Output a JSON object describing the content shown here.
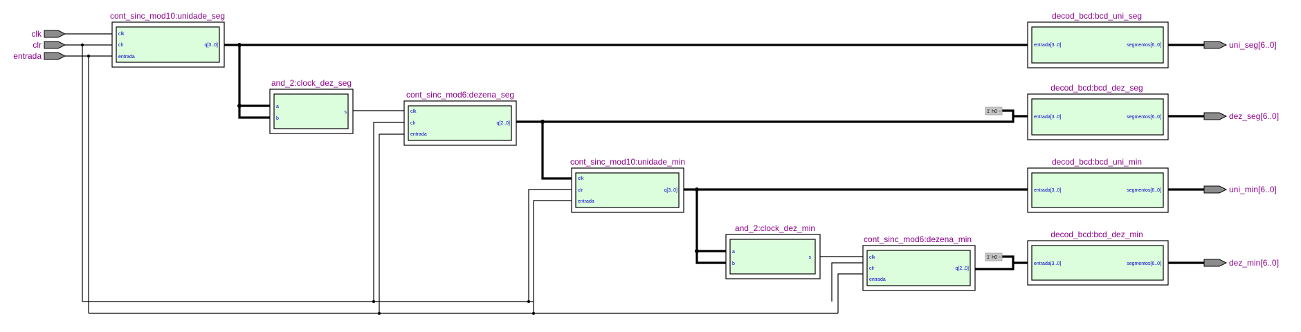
{
  "inputs": [
    "clk",
    "clr",
    "entrada"
  ],
  "outputs": [
    "uni_seg[6..0]",
    "dez_seg[6..0]",
    "uni_min[6..0]",
    "dez_min[6..0]"
  ],
  "blocks": [
    {
      "id": "unidade_seg",
      "title": "cont_sinc_mod10:unidade_seg",
      "in_ports": [
        "clk",
        "clr",
        "entrada"
      ],
      "out_port": "q[3..0]"
    },
    {
      "id": "clock_dez_seg",
      "title": "and_2:clock_dez_seg",
      "in_ports": [
        "a",
        "b"
      ],
      "out_port": "s"
    },
    {
      "id": "dezena_seg",
      "title": "cont_sinc_mod6:dezena_seg",
      "in_ports": [
        "clk",
        "clr",
        "entrada"
      ],
      "out_port": "q[2..0]"
    },
    {
      "id": "unidade_min",
      "title": "cont_sinc_mod10:unidade_min",
      "in_ports": [
        "clk",
        "clr",
        "entrada"
      ],
      "out_port": "q[3..0]"
    },
    {
      "id": "clock_dez_min",
      "title": "and_2:clock_dez_min",
      "in_ports": [
        "a",
        "b"
      ],
      "out_port": "s"
    },
    {
      "id": "dezena_min",
      "title": "cont_sinc_mod6:dezena_min",
      "in_ports": [
        "clk",
        "clr",
        "entrada"
      ],
      "out_port": "q[2..0]"
    },
    {
      "id": "bcd_uni_seg",
      "title": "decod_bcd:bcd_uni_seg",
      "in_ports": [
        "entrada[3..0]"
      ],
      "out_port": "segmentos[6..0]"
    },
    {
      "id": "bcd_dez_seg",
      "title": "decod_bcd:bcd_dez_seg",
      "in_ports": [
        "entrada[3..0]"
      ],
      "out_port": "segmentos[6..0]"
    },
    {
      "id": "bcd_uni_min",
      "title": "decod_bcd:bcd_uni_min",
      "in_ports": [
        "entrada[3..0]"
      ],
      "out_port": "segmentos[6..0]"
    },
    {
      "id": "bcd_dez_min",
      "title": "decod_bcd:bcd_dez_min",
      "in_ports": [
        "entrada[3..0]"
      ],
      "out_port": "segmentos[6..0]"
    }
  ],
  "constants": [
    "1' h0 --",
    "1' h0 --"
  ]
}
